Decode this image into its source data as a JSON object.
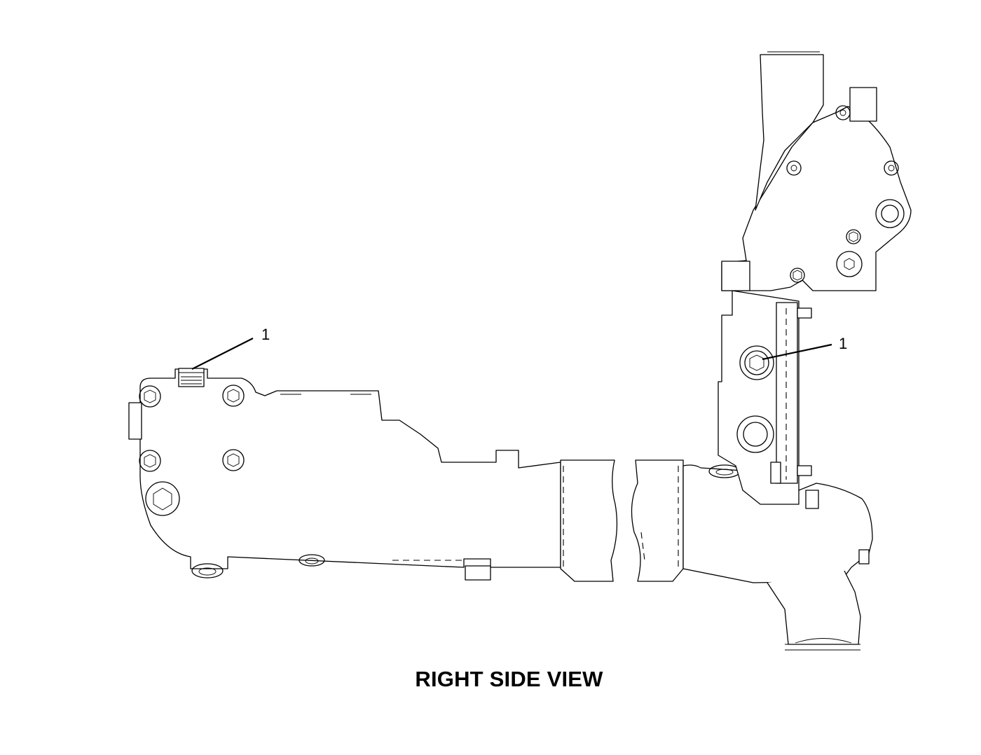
{
  "view_title": "RIGHT SIDE VIEW",
  "callouts": [
    {
      "label": "1"
    },
    {
      "label": "1"
    }
  ]
}
